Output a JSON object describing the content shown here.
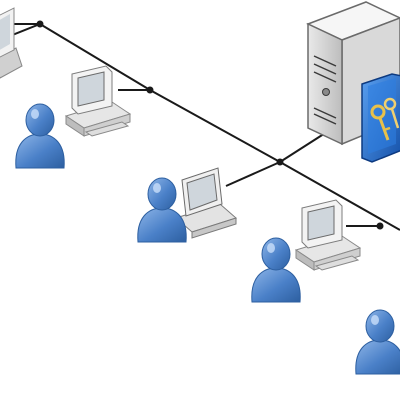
{
  "diagram": {
    "type": "network-topology",
    "style": "isometric-clipart",
    "colors": {
      "background": "#ffffff",
      "line": "#1a1a1a",
      "person": "#4a80c8",
      "person_dark": "#2d5fa0",
      "person_light": "#8fb6e8",
      "device_light": "#f4f4f4",
      "device_mid": "#d6d6d6",
      "device_dark": "#9a9a9a",
      "screen": "#cfd6dc",
      "badge": "#1f6fd1",
      "key": "#e8c14a"
    },
    "nodes": [
      {
        "id": "desktop-top-left",
        "kind": "desktop-computer"
      },
      {
        "id": "desktop-upper",
        "kind": "desktop-computer"
      },
      {
        "id": "user-upper",
        "kind": "person"
      },
      {
        "id": "laptop-middle",
        "kind": "laptop"
      },
      {
        "id": "user-middle",
        "kind": "person"
      },
      {
        "id": "desktop-lower",
        "kind": "desktop-computer"
      },
      {
        "id": "user-lower",
        "kind": "person"
      },
      {
        "id": "user-bottom-right",
        "kind": "person"
      },
      {
        "id": "server",
        "kind": "server-tower"
      },
      {
        "id": "security-badge",
        "kind": "key-badge"
      }
    ]
  }
}
